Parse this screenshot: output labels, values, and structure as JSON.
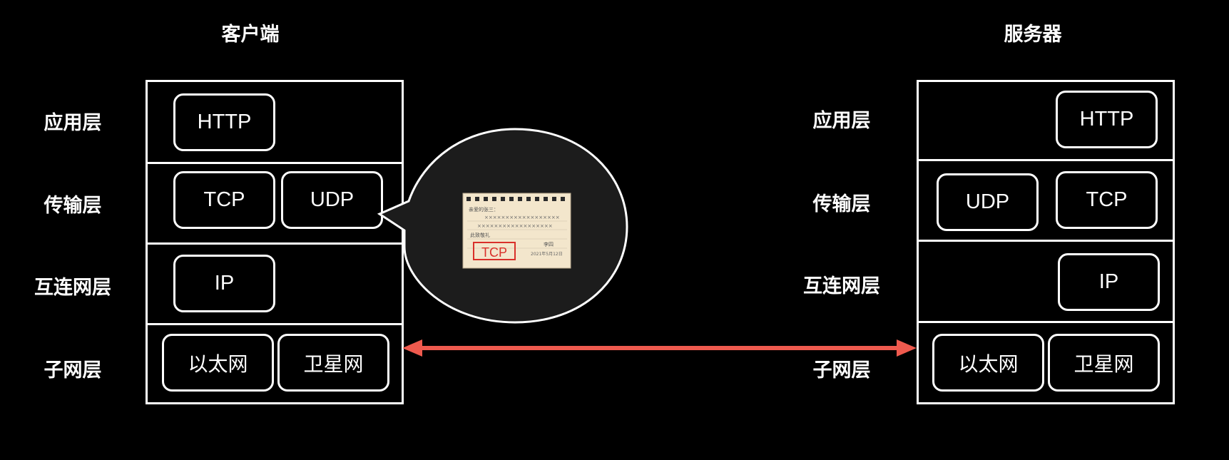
{
  "client": {
    "title": "客户端",
    "layers": [
      "应用层",
      "传输层",
      "互连网层",
      "子网层"
    ],
    "protocols": {
      "app": [
        "HTTP"
      ],
      "transport": [
        "TCP",
        "UDP"
      ],
      "internet": [
        "IP"
      ],
      "subnet": [
        "以太网",
        "卫星网"
      ]
    }
  },
  "server": {
    "title": "服务器",
    "layers": [
      "应用层",
      "传输层",
      "互连网层",
      "子网层"
    ],
    "protocols": {
      "app": [
        "HTTP"
      ],
      "transport": [
        "UDP",
        "TCP"
      ],
      "internet": [
        "IP"
      ],
      "subnet": [
        "以太网",
        "卫星网"
      ]
    }
  },
  "bubble": {
    "letter_stamp": "TCP",
    "letter_greeting": "亲爱的张三：",
    "letter_line": "××××××××××××××××××",
    "letter_closing": "此致敬礼",
    "letter_signature": "李四",
    "letter_date": "2021年5月12日"
  },
  "colors": {
    "background": "#000000",
    "stroke": "#ffffff",
    "arrow": "#ef5a4e",
    "bubble_fill": "#1c1c1c",
    "paper": "#f3e6cc",
    "stamp": "#d9302a"
  }
}
